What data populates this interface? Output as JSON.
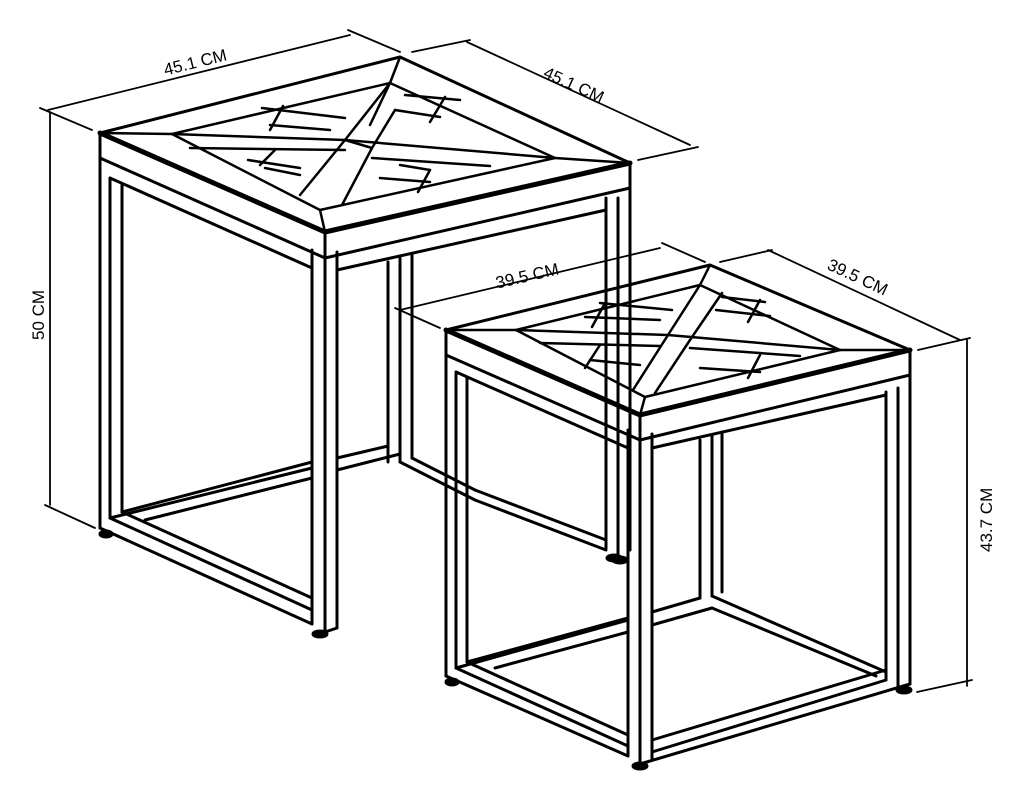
{
  "title": "Nesting tables dimension drawing",
  "colors": {
    "line": "#000000",
    "background": "#ffffff"
  },
  "large_table": {
    "width_label": "45.1 CM",
    "depth_label": "45.1 CM",
    "height_label": "50 CM"
  },
  "small_table": {
    "width_label": "39.5 CM",
    "depth_label": "39.5 CM",
    "height_label": "43.7 CM"
  }
}
